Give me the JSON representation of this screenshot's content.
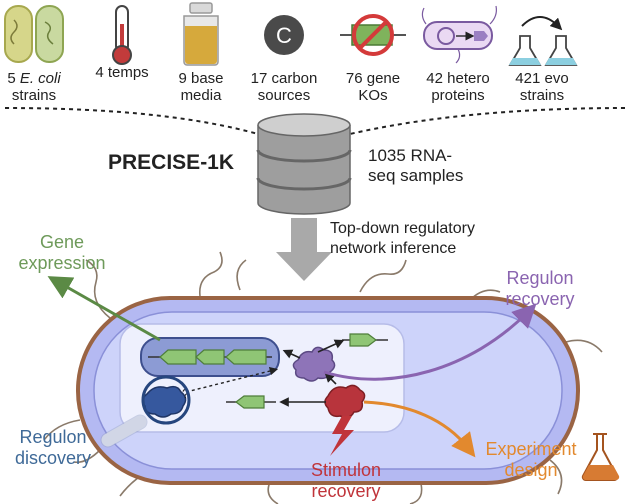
{
  "top_items": [
    {
      "line1_prefix": "5 ",
      "line1_italic": "E. coli",
      "line2": "strains"
    },
    {
      "line1": "4 temps",
      "line2": ""
    },
    {
      "line1": "9 base",
      "line2": "media"
    },
    {
      "line1": "17 carbon",
      "line2": "sources"
    },
    {
      "line1": "76 gene",
      "line2": "KOs"
    },
    {
      "line1": "42 hetero",
      "line2": "proteins"
    },
    {
      "line1": "421 evo",
      "line2": "strains"
    }
  ],
  "carbon_symbol": "C",
  "dataset_name": "PRECISE-1K",
  "samples": {
    "line1": "1035 RNA-",
    "line2": "seq samples"
  },
  "method": {
    "line1": "Top-down regulatory",
    "line2": "network inference"
  },
  "question_mark": "?",
  "outputs": {
    "gene_expression": {
      "line1": "Gene",
      "line2": "expression",
      "color": "#6e9a5a"
    },
    "regulon_recovery": {
      "line1": "Regulon",
      "line2": "recovery",
      "color": "#8a64b0"
    },
    "regulon_discovery": {
      "line1": "Regulon",
      "line2": "discovery",
      "color": "#3f6a98"
    },
    "stimulon_recovery": {
      "line1": "Stimulon",
      "line2": "recovery",
      "color": "#c0343a"
    },
    "experiment_design": {
      "line1": "Experiment",
      "line2": "design",
      "color": "#e2892e"
    }
  }
}
